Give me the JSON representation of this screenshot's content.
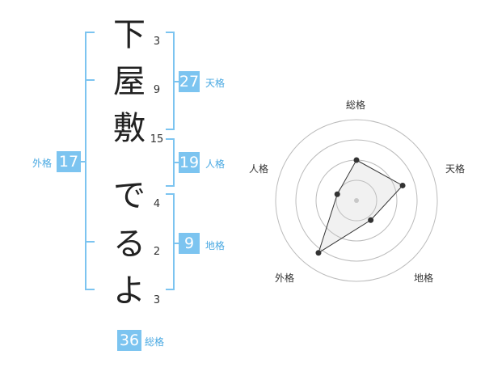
{
  "name": {
    "chars": [
      "下",
      "屋",
      "敷",
      "で",
      "る",
      "よ"
    ],
    "strokes": [
      "3",
      "9",
      "15",
      "4",
      "2",
      "3"
    ]
  },
  "kakusu": {
    "tenkaku": {
      "value": "27",
      "label": "天格"
    },
    "jinkaku": {
      "value": "19",
      "label": "人格"
    },
    "chikaku": {
      "value": "9",
      "label": "地格"
    },
    "gaikaku": {
      "value": "17",
      "label": "外格"
    },
    "soukaku": {
      "value": "36",
      "label": "総格"
    }
  },
  "colors": {
    "bracket": "#7cc4f0",
    "box": "#7cc4f0",
    "label": "#4aa9e2"
  },
  "chart_data": {
    "type": "radar",
    "axes": [
      "総格",
      "天格",
      "地格",
      "外格",
      "人格"
    ],
    "levels": 4,
    "values": [
      0.5,
      0.6,
      0.3,
      0.8,
      0.25
    ],
    "range": [
      0,
      1
    ],
    "grid": true
  }
}
